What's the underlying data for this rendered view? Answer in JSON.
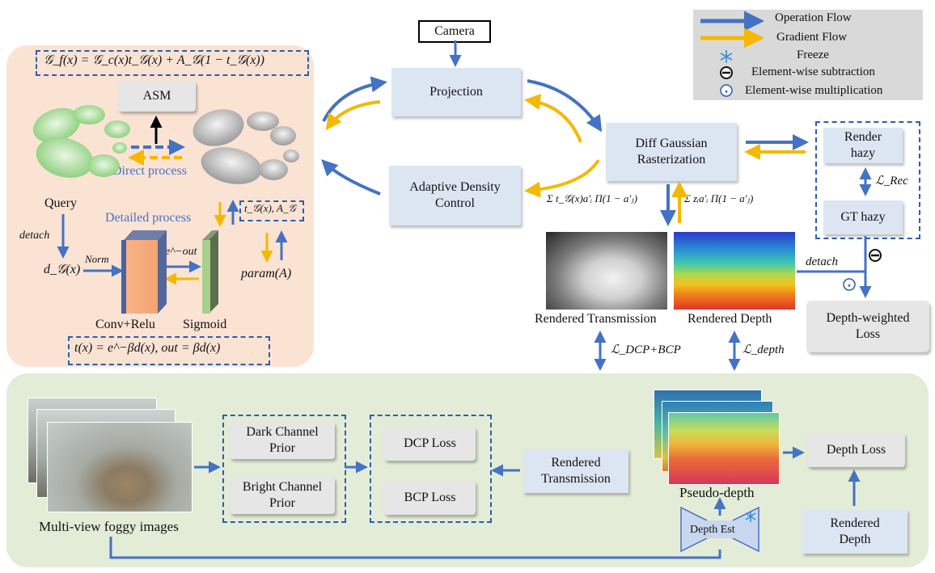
{
  "legend": {
    "operation_flow": "Operation Flow",
    "gradient_flow": "Gradient Flow",
    "freeze": "Freeze",
    "subtraction": "Element-wise subtraction",
    "multiplication": "Element-wise multiplication"
  },
  "left_panel": {
    "formula_top": "𝒢_f(x) = 𝒢_c(x)t_𝒢(x) + A_𝒢(1 − t_𝒢(x))",
    "asm": "ASM",
    "direct_process": "Direct process",
    "detailed_process": "Detailed process",
    "query": "Query",
    "detach": "detach",
    "d_g": "d_𝒢(x)",
    "norm": "Norm",
    "e_out": "e^−out",
    "conv_relu": "Conv+Relu",
    "sigmoid": "Sigmoid",
    "t_a": "t_𝒢(x), A_𝒢",
    "param": "param(A)",
    "formula_bottom": "t(x) = e^−βd(x), out = βd(x)"
  },
  "pipeline": {
    "camera": "Camera",
    "projection": "Projection",
    "adaptive_density": "Adaptive Density Control",
    "diff_gaussian": "Diff Gaussian Rasterization",
    "render_hazy": "Render hazy",
    "gt_hazy": "GT hazy",
    "l_rec": "ℒ_Rec",
    "sum_t": "Σ t_𝒢(x)a′ᵢ Π(1 − a′ⱼ)",
    "sum_z": "Σ zᵢa′ᵢ Π(1 − a′ⱼ)",
    "rendered_transmission": "Rendered Transmission",
    "rendered_depth": "Rendered Depth",
    "detach": "detach",
    "depth_weighted_loss": "Depth-weighted Loss",
    "l_dcp_bcp": "ℒ_DCP+BCP",
    "l_depth": "ℒ_depth"
  },
  "bottom_panel": {
    "multi_view": "Multi-view foggy images",
    "dark_channel": "Dark Channel Prior",
    "bright_channel": "Bright Channel Prior",
    "dcp_loss": "DCP Loss",
    "bcp_loss": "BCP Loss",
    "rendered_transmission": "Rendered Transmission",
    "pseudo_depth": "Pseudo-depth",
    "depth_est": "Depth Est",
    "depth_loss": "Depth Loss",
    "rendered_depth": "Rendered Depth"
  },
  "colors": {
    "operation": "#4472c4",
    "gradient": "#f5b800",
    "box_blue": "#dce6f3",
    "box_grey": "#e6e6e6",
    "panel_orange": "#fbe3d4",
    "panel_green": "#e3ecd7"
  }
}
